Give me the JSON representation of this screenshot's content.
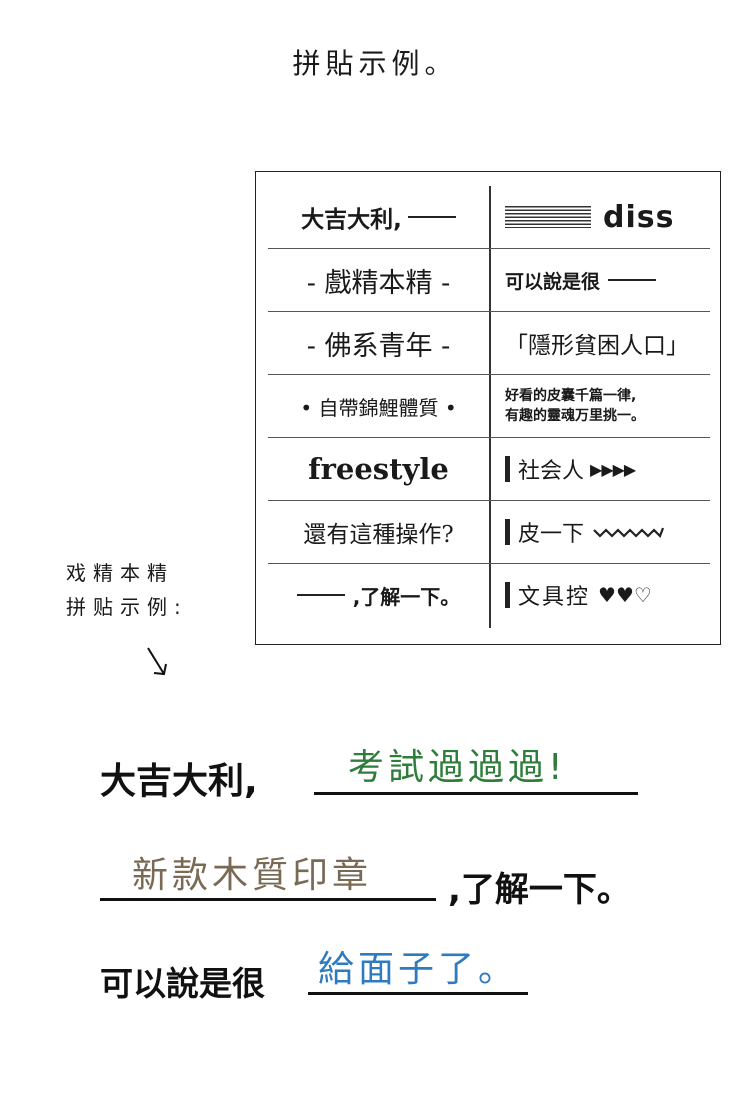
{
  "title": "拼貼示例。",
  "sheet": {
    "rows": [
      {
        "left": "大吉大利,",
        "right": "diss"
      },
      {
        "left": "- 戲精本精 -",
        "right": "可以說是很"
      },
      {
        "left": "- 佛系青年 -",
        "right": "「隱形貧困人口」"
      },
      {
        "left": "• 自帶錦鯉體質 •",
        "right_line1": "好看的皮囊千篇一律,",
        "right_line2": "有趣的靈魂万里挑一。"
      },
      {
        "left": "freestyle",
        "right": "社会人",
        "right_decor": "▶▶▶▶"
      },
      {
        "left": "還有這種操作?",
        "right": "皮一下",
        "right_decor": "〰"
      },
      {
        "left": ",了解一下。",
        "right": "文具控",
        "right_decor": "♥♥♡"
      }
    ]
  },
  "side_note": {
    "line1": "戏精本精",
    "line2": "拼贴示例:"
  },
  "examples": {
    "row1": {
      "printed": "大吉大利,",
      "handwritten": "考試過過過!",
      "hand_color": "#2e7d3a"
    },
    "row2": {
      "handwritten": "新款木質印章",
      "printed": ",了解一下。",
      "hand_color": "#7a6a55"
    },
    "row3": {
      "printed": "可以說是很",
      "handwritten": "給面子了。",
      "hand_color": "#2f7bbf"
    }
  }
}
